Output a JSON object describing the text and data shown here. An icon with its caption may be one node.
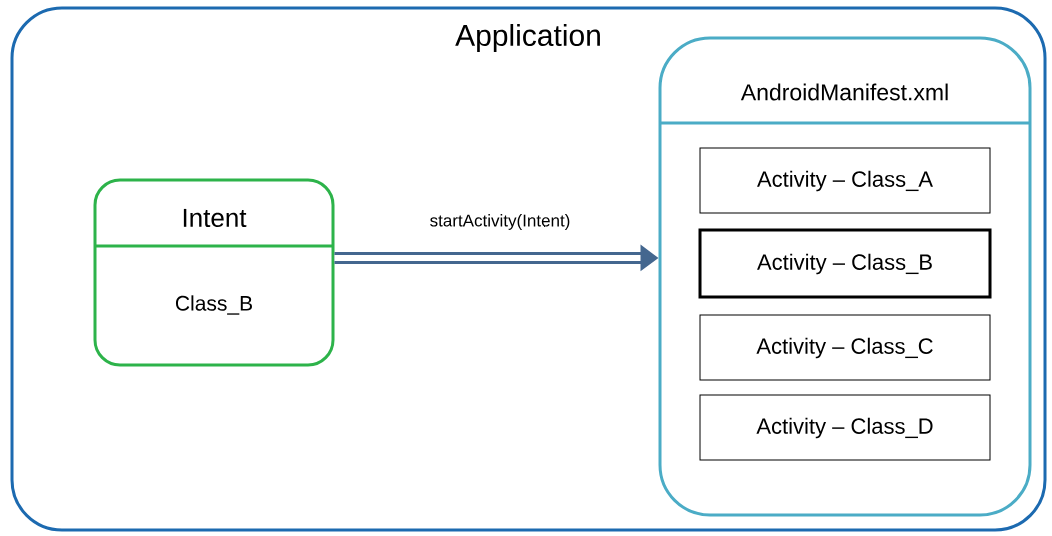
{
  "diagram": {
    "nodes": [
      {
        "text": [
          "Application"
        ]
      },
      {
        "text": [
          "Intent",
          "Class_B"
        ],
        "in": 0
      },
      {
        "text": [
          "AndroidManifest.xml"
        ],
        "in": 0
      },
      {
        "text": [
          "Activity – Class_A"
        ],
        "in": 2
      },
      {
        "text": [
          "Activity – Class_B"
        ],
        "in": 2
      },
      {
        "text": [
          "Activity – Class_C"
        ],
        "in": 2
      },
      {
        "text": [
          "Activity – Class_D"
        ],
        "in": 2
      }
    ],
    "edges": [
      {
        "from": 1,
        "to": 2,
        "arrow": "to",
        "label": "startActivity(Intent)"
      }
    ]
  }
}
